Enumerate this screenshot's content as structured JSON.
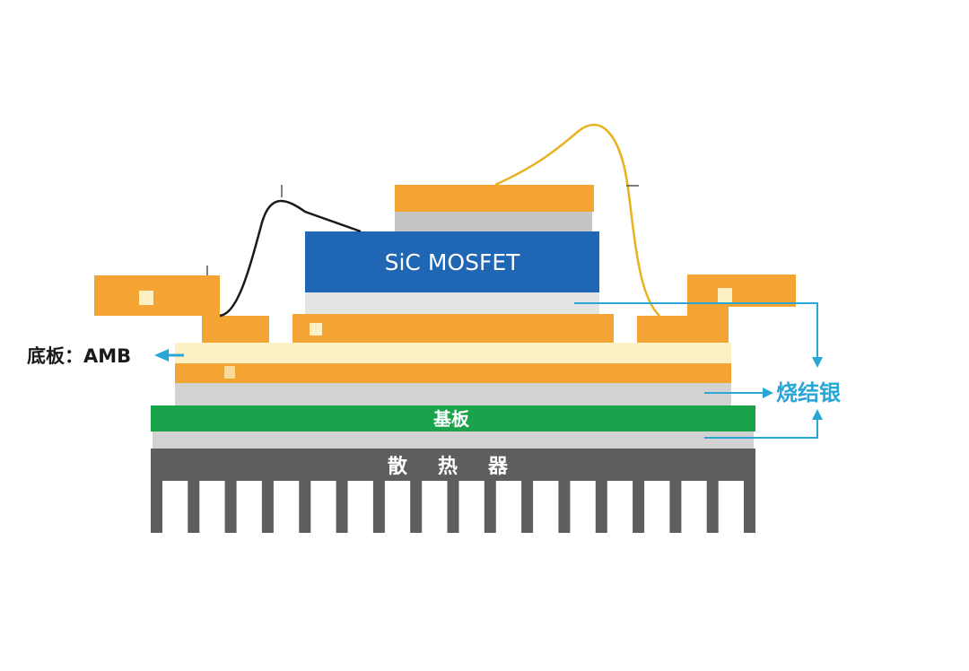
{
  "labels": {
    "chip": "SiC MOSFET",
    "amb": "底板：AMB",
    "substrate": "基板",
    "heatsink": "散热器",
    "sintered_silver": "烧结银"
  },
  "colors": {
    "copper": "#f3a433",
    "copper_light": "#fdf0c4",
    "silver": "#d2d2d2",
    "chip_blue": "#1f67b4",
    "substrate_green": "#1aa34a",
    "heatsink_gray": "#5e5e5e",
    "arrow_blue": "#2aa6d6",
    "wire_black": "#1a1a1a",
    "wire_gold": "#e8b21e"
  }
}
